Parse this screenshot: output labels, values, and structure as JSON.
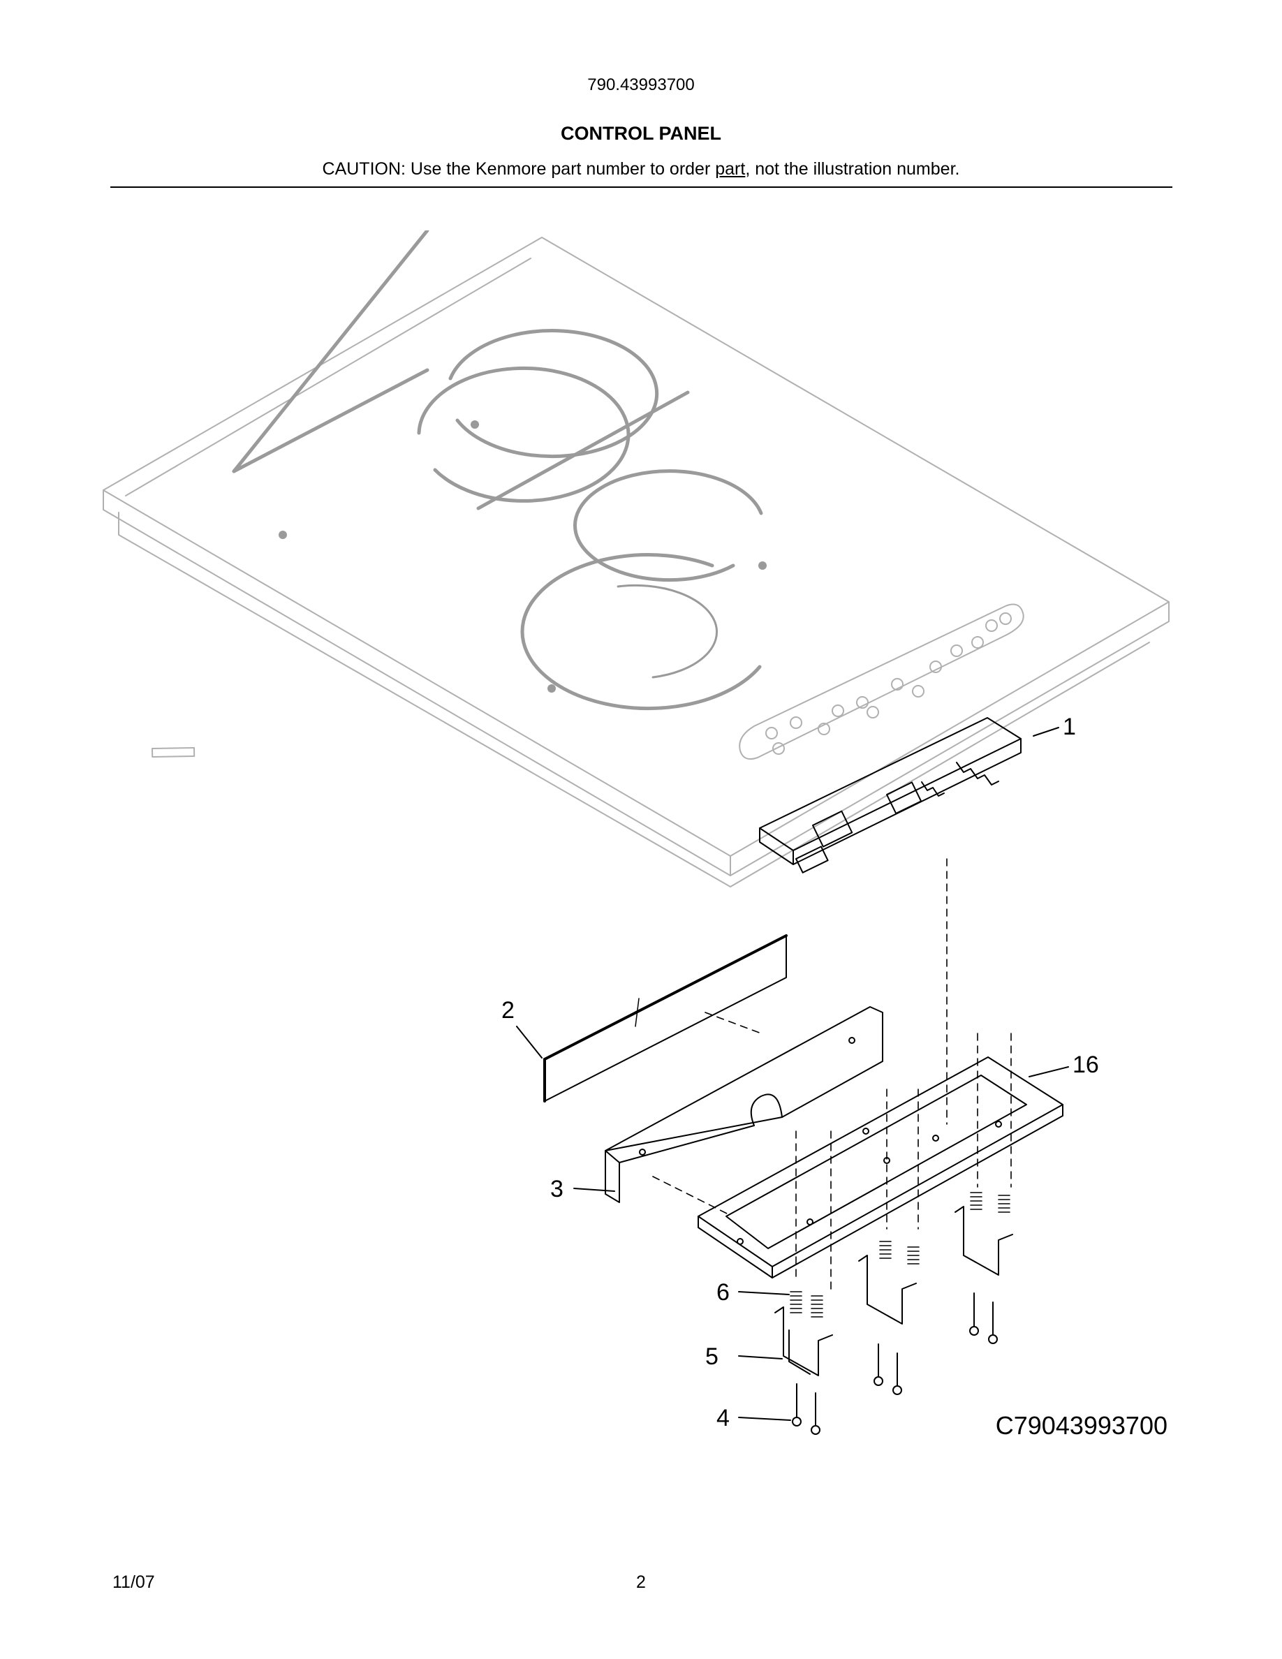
{
  "header": {
    "model_number": "790.43993700",
    "section_title": "CONTROL PANEL",
    "caution_before": "CAUTION: Use the Kenmore part number to order ",
    "caution_underlined": "part",
    "caution_after": ", not the illustration number."
  },
  "diagram": {
    "callouts": {
      "c1": "1",
      "c2": "2",
      "c3": "3",
      "c4": "4",
      "c5": "5",
      "c6": "6",
      "c16": "16"
    },
    "drawing_code": "C79043993700",
    "colors": {
      "line": "#000000",
      "burner": "#9a9a9a",
      "faint": "#b0b0b0"
    }
  },
  "footer": {
    "date": "11/07",
    "page_number": "2"
  }
}
